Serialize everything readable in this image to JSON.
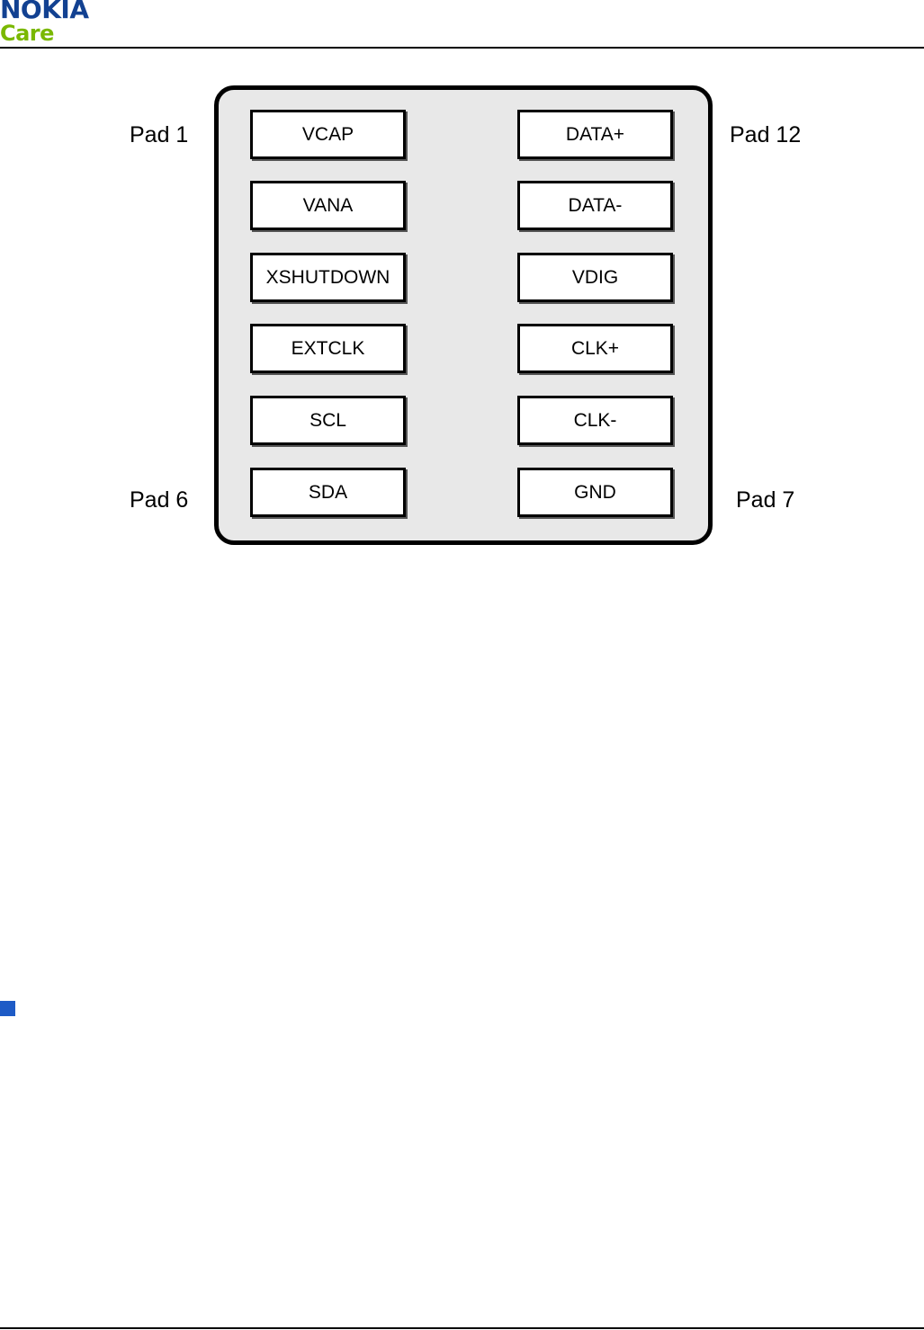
{
  "header": {
    "logo_brand": "NOKIA",
    "logo_sub": "Care",
    "brand_color": "#124191",
    "sub_color": "#7ab800"
  },
  "diagram": {
    "left_pads": [
      {
        "label": "VCAP"
      },
      {
        "label": "VANA"
      },
      {
        "label": "XSHUTDOWN"
      },
      {
        "label": "EXTCLK"
      },
      {
        "label": "SCL"
      },
      {
        "label": "SDA"
      }
    ],
    "right_pads": [
      {
        "label": "DATA+"
      },
      {
        "label": "DATA-"
      },
      {
        "label": "VDIG"
      },
      {
        "label": "CLK+"
      },
      {
        "label": "CLK-"
      },
      {
        "label": "GND"
      }
    ],
    "corner_labels": {
      "top_left": "Pad 1",
      "bottom_left": "Pad 6",
      "top_right": "Pad 12",
      "bottom_right": "Pad 7"
    }
  },
  "bullet": {
    "color": "#1e5bc6"
  }
}
